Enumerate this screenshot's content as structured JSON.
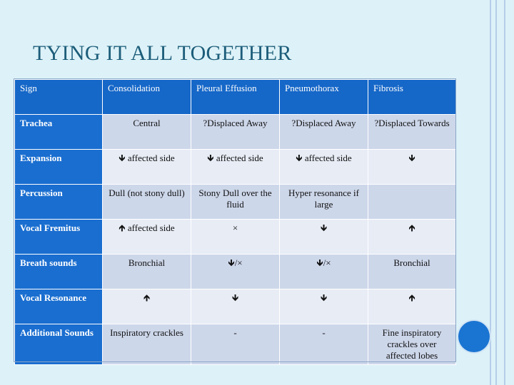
{
  "slide": {
    "title": "TYING IT ALL TOGETHER"
  },
  "table": {
    "headers": [
      "Sign",
      "Consolidation",
      "Pleural Effusion",
      "Pneumothorax",
      "Fibrosis"
    ],
    "rows": [
      [
        "Trachea",
        "Central",
        "?Displaced Away",
        "?Displaced Away",
        "?Displaced Towards"
      ],
      [
        "Expansion",
        "🡻 affected side",
        "🡻 affected side",
        "🡻  affected side",
        "🡻"
      ],
      [
        "Percussion",
        "Dull (not stony dull)",
        "Stony Dull over the fluid",
        "Hyper resonance if large",
        ""
      ],
      [
        "Vocal Fremitus",
        "🡹 affected side",
        "×",
        "🡻",
        "🡹"
      ],
      [
        "Breath sounds",
        "Bronchial",
        "🡻/×",
        "🡻/×",
        "Bronchial"
      ],
      [
        "Vocal Resonance",
        "🡹",
        "🡻",
        "🡻",
        "🡹"
      ],
      [
        "Additional Sounds",
        "Inspiratory crackles",
        "-",
        "-",
        "Fine inspiratory crackles over affected lobes"
      ]
    ]
  },
  "colors": {
    "background": "#ddf2f8",
    "header_blue": "#1567c8",
    "row_dark": "#cdd7ea",
    "row_light": "#e7ecf5",
    "title": "#1c5d7a",
    "accent_circle": "#1a74d2"
  }
}
